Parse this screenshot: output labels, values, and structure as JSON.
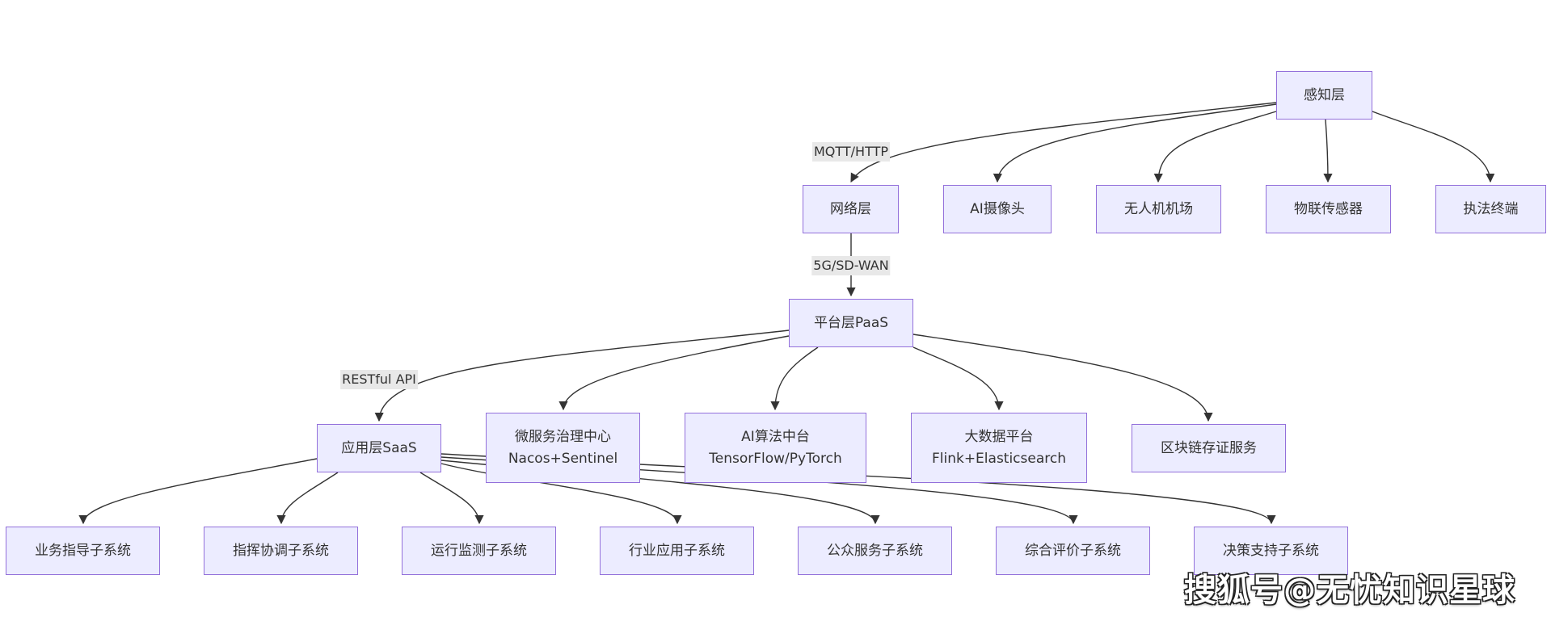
{
  "colors": {
    "node_fill": "#ececff",
    "node_border": "#9370db",
    "edge": "#333333",
    "label_bg": "#e8e8e8",
    "text": "#333333"
  },
  "nodes": {
    "perception": {
      "lines": [
        "感知层"
      ]
    },
    "network": {
      "lines": [
        "网络层"
      ]
    },
    "ai_camera": {
      "lines": [
        "AI摄像头"
      ]
    },
    "drone_hangar": {
      "lines": [
        "无人机机场"
      ]
    },
    "iot_sensor": {
      "lines": [
        "物联传感器"
      ]
    },
    "law_terminal": {
      "lines": [
        "执法终端"
      ]
    },
    "platform": {
      "lines": [
        "平台层PaaS"
      ]
    },
    "application": {
      "lines": [
        "应用层SaaS"
      ]
    },
    "microservice": {
      "lines": [
        "微服务治理中心",
        "Nacos+Sentinel"
      ]
    },
    "ai_algorithm": {
      "lines": [
        "AI算法中台",
        "TensorFlow/PyTorch"
      ]
    },
    "bigdata": {
      "lines": [
        "大数据平台",
        "Flink+Elasticsearch"
      ]
    },
    "blockchain": {
      "lines": [
        "区块链存证服务"
      ]
    },
    "sub_business": {
      "lines": [
        "业务指导子系统"
      ]
    },
    "sub_command": {
      "lines": [
        "指挥协调子系统"
      ]
    },
    "sub_monitor": {
      "lines": [
        "运行监测子系统"
      ]
    },
    "sub_industry": {
      "lines": [
        "行业应用子系统"
      ]
    },
    "sub_public": {
      "lines": [
        "公众服务子系统"
      ]
    },
    "sub_evaluation": {
      "lines": [
        "综合评价子系统"
      ]
    },
    "sub_decision": {
      "lines": [
        "决策支持子系统"
      ]
    }
  },
  "edge_labels": {
    "perception_network": "MQTT/HTTP",
    "network_platform": "5G/SD-WAN",
    "platform_application": "RESTful API"
  },
  "watermark": "搜狐号@无忧知识星球"
}
